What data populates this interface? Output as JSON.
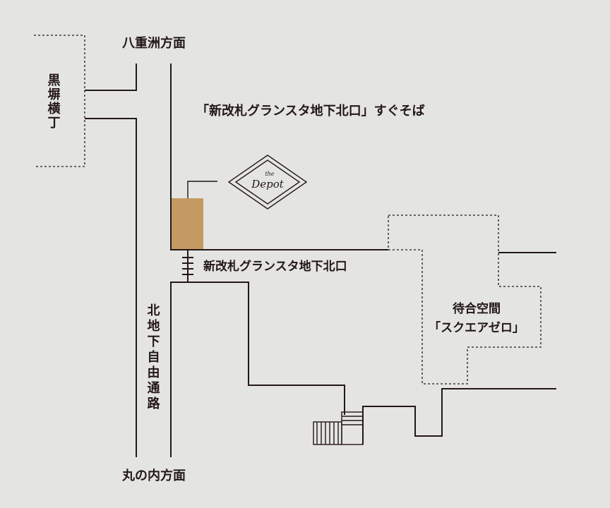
{
  "map": {
    "background": "#e4e5e3",
    "line_color": "#231815",
    "shop_color": "#c59a62",
    "labels": {
      "yaesu_direction": "八重洲方面",
      "marunouchi_direction": "丸の内方面",
      "kokuboyokocho": "黒塀横丁",
      "near_gate": "「新改札グランスタ地下北口」すぐそば",
      "new_gate": "新改札グランスタ地下北口",
      "north_underground_passage": "北地下自由通路",
      "waiting_area": "待合空間",
      "square_zero": "「スクエアゼロ」"
    },
    "logo": {
      "the": "the",
      "name": "Depot"
    }
  }
}
